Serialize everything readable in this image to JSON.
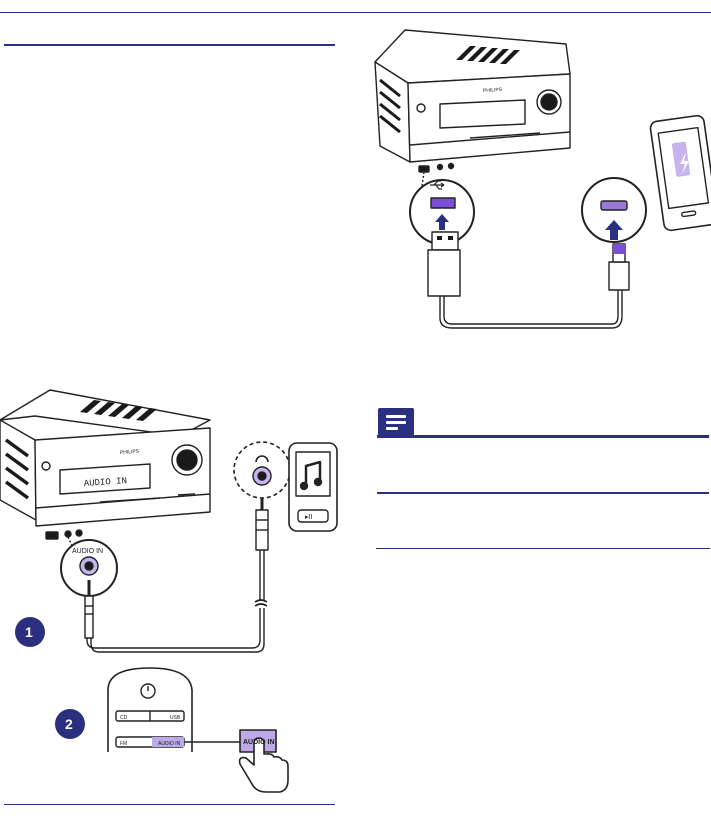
{
  "figure_usb": {
    "brand": "PHILIPS"
  },
  "figure_audio_in": {
    "brand": "PHILIPS",
    "display_text": "AUDIO IN",
    "jack_label": "AUDIO IN",
    "step1": "1",
    "step2": "2",
    "remote_btn_cd": "CD",
    "remote_btn_usb": "USB",
    "remote_btn_fm": "FM",
    "remote_btn_audio_in": "AUDIO IN",
    "highlight_button": "AUDIO IN"
  },
  "colors": {
    "accent": "#2b2f80",
    "usb_purple": "#7d4fd8",
    "battery_purple": "#9a7ad6"
  }
}
